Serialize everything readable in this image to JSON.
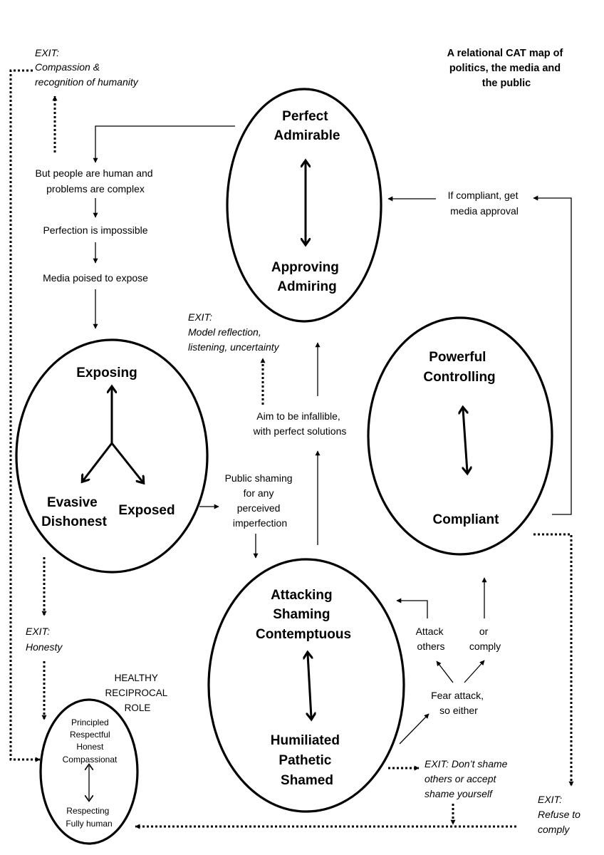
{
  "title": [
    "A relational CAT map of",
    "politics, the media and",
    "the public"
  ],
  "ellipses": {
    "perfect": {
      "top": [
        "Perfect",
        "Admirable"
      ],
      "bottom": [
        "Approving",
        "Admiring"
      ]
    },
    "exposing": {
      "top": "Exposing",
      "left": [
        "Evasive",
        "Dishonest"
      ],
      "right": "Exposed"
    },
    "powerful": {
      "top": [
        "Powerful",
        "Controlling"
      ],
      "bottom": "Compliant"
    },
    "attacking": {
      "top": [
        "Attacking",
        "Shaming",
        "Contemptuous"
      ],
      "bottom": [
        "Humiliated",
        "Pathetic",
        "Shamed"
      ]
    },
    "healthy": {
      "top": [
        "Principled",
        "Respectful",
        "Honest",
        "Compassionat"
      ],
      "bottom": [
        "Respecting",
        "Fully human"
      ]
    }
  },
  "healthy_label": [
    "HEALTHY",
    "RECIPROCAL",
    "ROLE"
  ],
  "notes": {
    "people_human": [
      "But people are human and",
      "problems are complex"
    ],
    "perfection_impossible": "Perfection is impossible",
    "media_poised": "Media poised to expose",
    "if_compliant": [
      "If compliant, get",
      "media approval"
    ],
    "aim_infallible": [
      "Aim to be infallible,",
      "with perfect solutions"
    ],
    "public_shaming": [
      "Public shaming",
      "for any",
      "perceived",
      "imperfection"
    ],
    "attack_others": [
      "Attack",
      "others"
    ],
    "or_comply": [
      "or",
      "comply"
    ],
    "fear_attack": [
      "Fear attack,",
      "so either"
    ]
  },
  "exits": {
    "compassion": [
      "EXIT:",
      "Compassion &",
      "recognition of humanity"
    ],
    "model_reflection": [
      "EXIT:",
      "Model reflection,",
      "listening, uncertainty"
    ],
    "honesty": [
      "EXIT:",
      "Honesty"
    ],
    "dont_shame": [
      "EXIT: Don’t shame",
      "others or accept",
      "shame yourself"
    ],
    "refuse": [
      "EXIT:",
      "Refuse to",
      "comply"
    ]
  }
}
